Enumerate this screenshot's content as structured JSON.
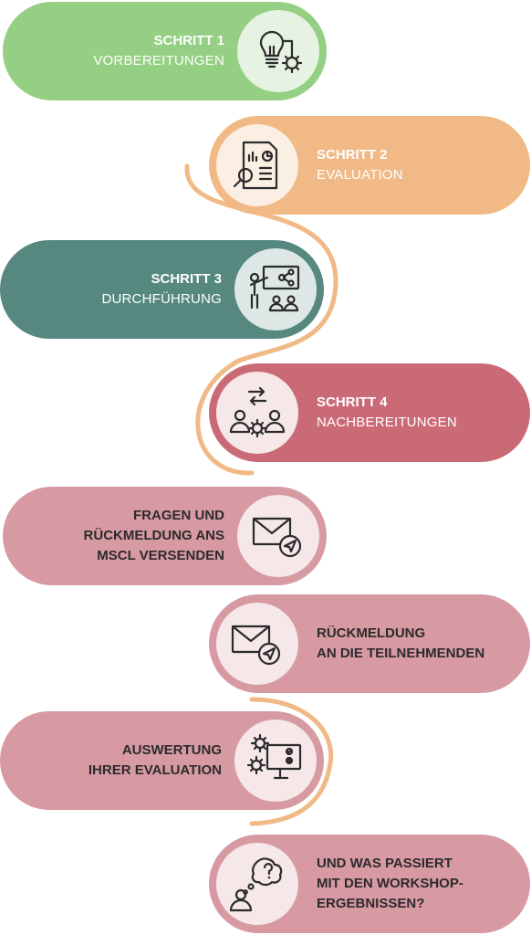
{
  "colors": {
    "green": "#94cf83",
    "orange": "#f0b986",
    "teal": "#568880",
    "red": "#cb6a77",
    "rose": "#d79aa3",
    "connector": "#f0b986"
  },
  "steps": [
    {
      "title": "SCHRITT 1",
      "subtitle": "VORBEREITUNGEN",
      "icon": "lightbulb-gear-icon",
      "color": "green"
    },
    {
      "title": "SCHRITT 2",
      "subtitle": "EVALUATION",
      "icon": "report-magnifier-icon",
      "color": "orange"
    },
    {
      "title": "SCHRITT 3",
      "subtitle": "DURCHFÜHRUNG",
      "icon": "presentation-icon",
      "color": "teal"
    },
    {
      "title": "SCHRITT 4",
      "subtitle": "NACHBEREITUNGEN",
      "icon": "exchange-people-icon",
      "color": "red"
    }
  ],
  "tasks": [
    {
      "lines": [
        "FRAGEN UND",
        "RÜCKMELDUNG ANS",
        "MSCL VERSENDEN"
      ],
      "icon": "mail-send-icon"
    },
    {
      "lines": [
        "RÜCKMELDUNG",
        "AN DIE TEILNEHMENDEN"
      ],
      "icon": "mail-send-icon"
    },
    {
      "lines": [
        "AUSWERTUNG",
        "IHRER EVALUATION"
      ],
      "icon": "monitor-gears-icon"
    },
    {
      "lines": [
        "UND WAS PASSIERT",
        "MIT DEN WORKSHOP-",
        "ERGEBNISSEN?"
      ],
      "icon": "thinking-person-icon"
    }
  ]
}
